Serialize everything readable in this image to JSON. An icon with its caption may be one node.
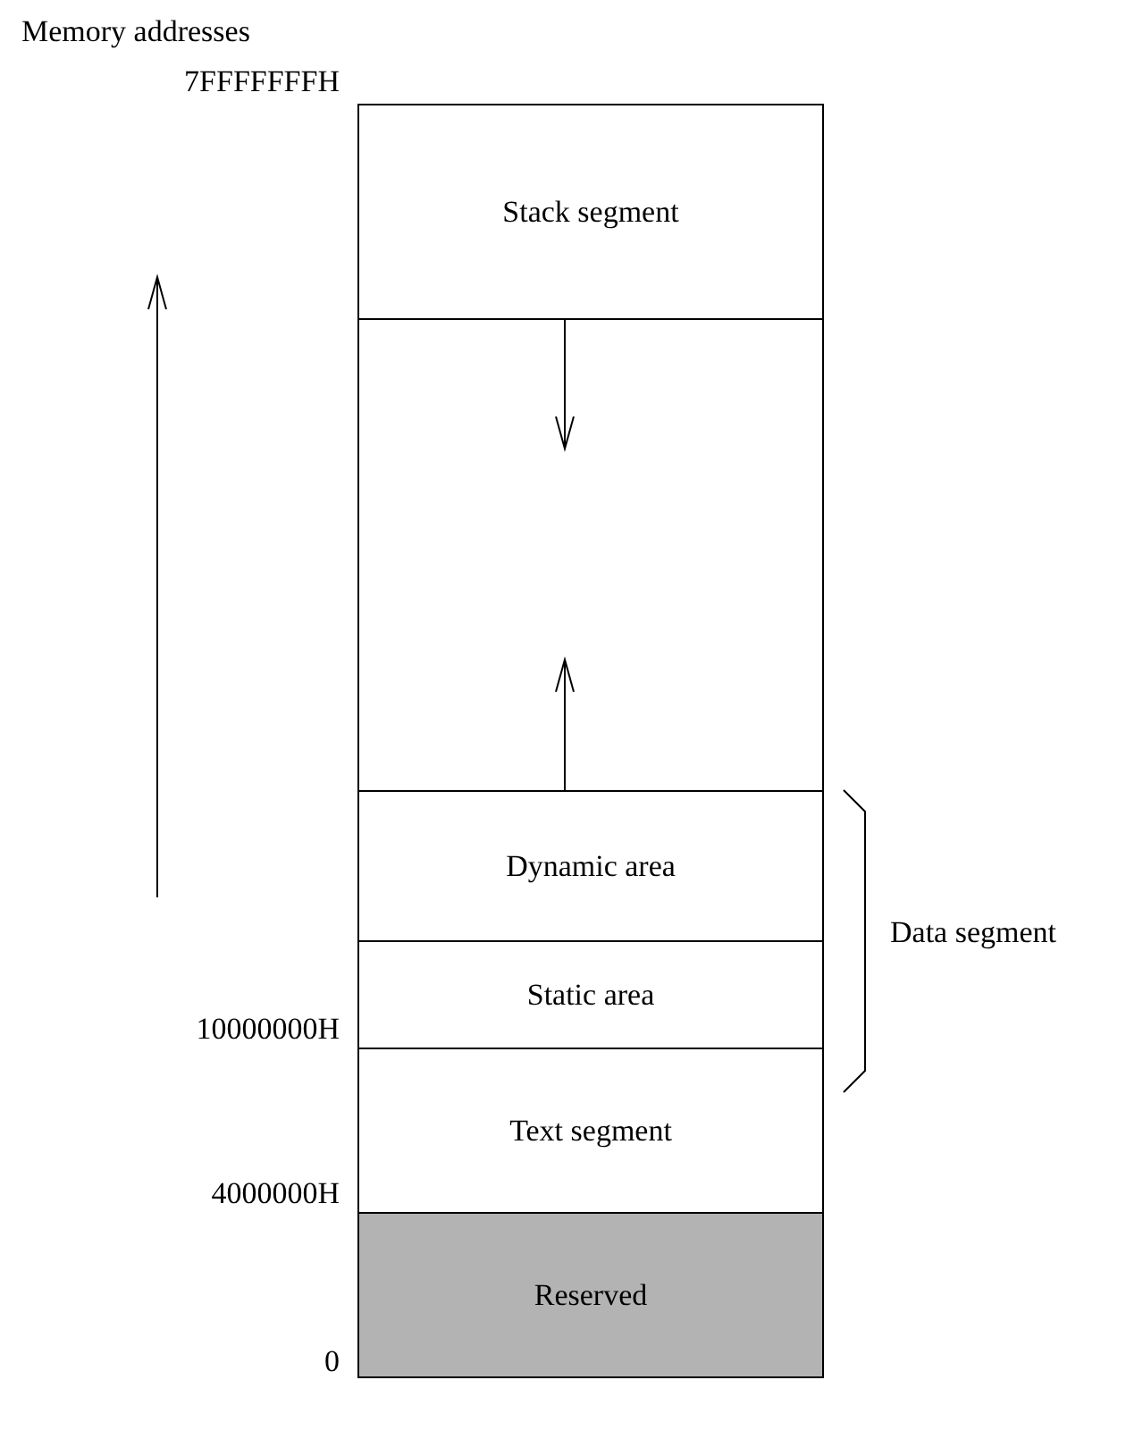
{
  "diagram": {
    "nodes": [
      {
        "text": [
          "Stack segment"
        ]
      },
      {
        "text": [],
        "shape": "box"
      },
      {
        "text": [
          "Dynamic area"
        ]
      },
      {
        "text": [
          "Static area"
        ]
      },
      {
        "text": [
          "Text segment"
        ]
      },
      {
        "text": [
          "Reserved"
        ]
      }
    ],
    "edges": [
      {
        "from": 0,
        "to": 1,
        "arrow": "to"
      },
      {
        "from": 2,
        "to": 1,
        "arrow": "to"
      }
    ],
    "labels": [
      "Memory addresses",
      "7FFFFFFFH",
      "10000000H",
      "4000000H",
      "0",
      "Data segment"
    ]
  }
}
